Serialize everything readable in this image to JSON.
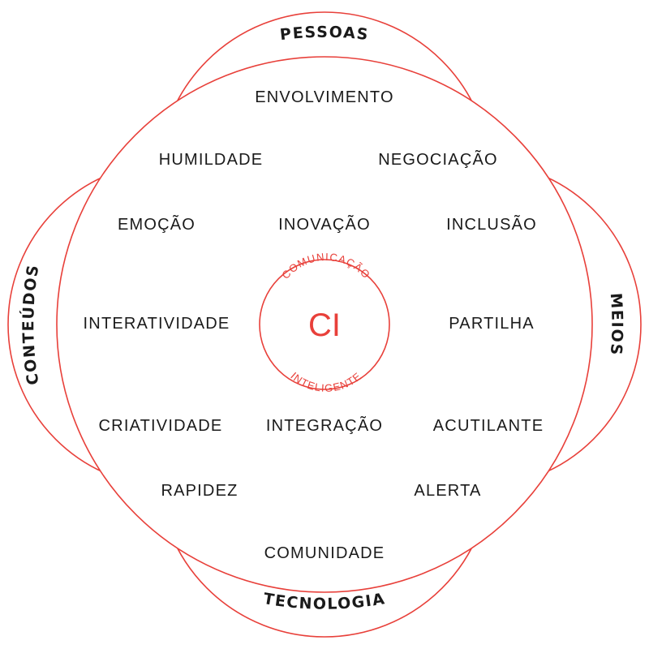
{
  "colors": {
    "accent": "#e8403a",
    "text": "#1a1a1a",
    "background": "#ffffff"
  },
  "outer_labels": {
    "top": "PESSOAS",
    "right": "MEIOS",
    "bottom": "TECNOLOGIA",
    "left": "CONTEÚDOS"
  },
  "core": {
    "abbr": "CI",
    "top_arc": "COMUNICAÇÃO",
    "bottom_arc": "INTELIGENTE"
  },
  "values": [
    "ENVOLVIMENTO",
    "HUMILDADE",
    "NEGOCIAÇÃO",
    "EMOÇÃO",
    "INOVAÇÃO",
    "INCLUSÃO",
    "INTERATIVIDADE",
    "PARTILHA",
    "CRIATIVIDADE",
    "INTEGRAÇÃO",
    "ACUTILANTE",
    "RAPIDEZ",
    "ALERTA",
    "COMUNIDADE"
  ]
}
